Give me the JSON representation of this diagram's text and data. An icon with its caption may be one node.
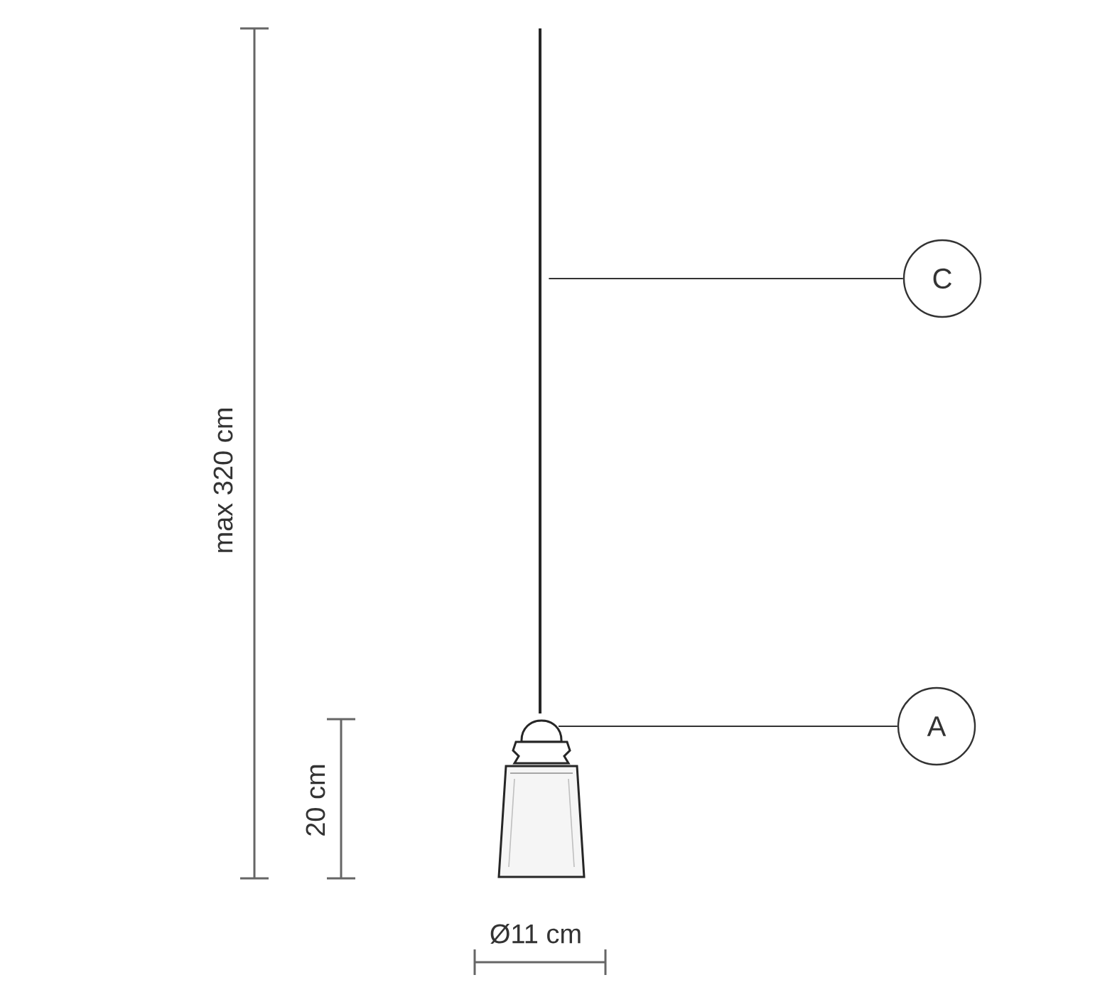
{
  "diagram": {
    "nodes": [
      {
        "text": [
          "C"
        ]
      },
      {
        "text": [
          "A"
        ]
      },
      {
        "text": [],
        "shape": "picture"
      },
      {
        "text": [],
        "shape": "picture"
      }
    ],
    "edges": [
      {
        "from": 0,
        "to": 2,
        "arrow": "none"
      },
      {
        "from": 1,
        "to": 3,
        "arrow": "none"
      }
    ],
    "labels": [
      "max 320 cm",
      "20 cm",
      "Ø11 cm"
    ]
  }
}
